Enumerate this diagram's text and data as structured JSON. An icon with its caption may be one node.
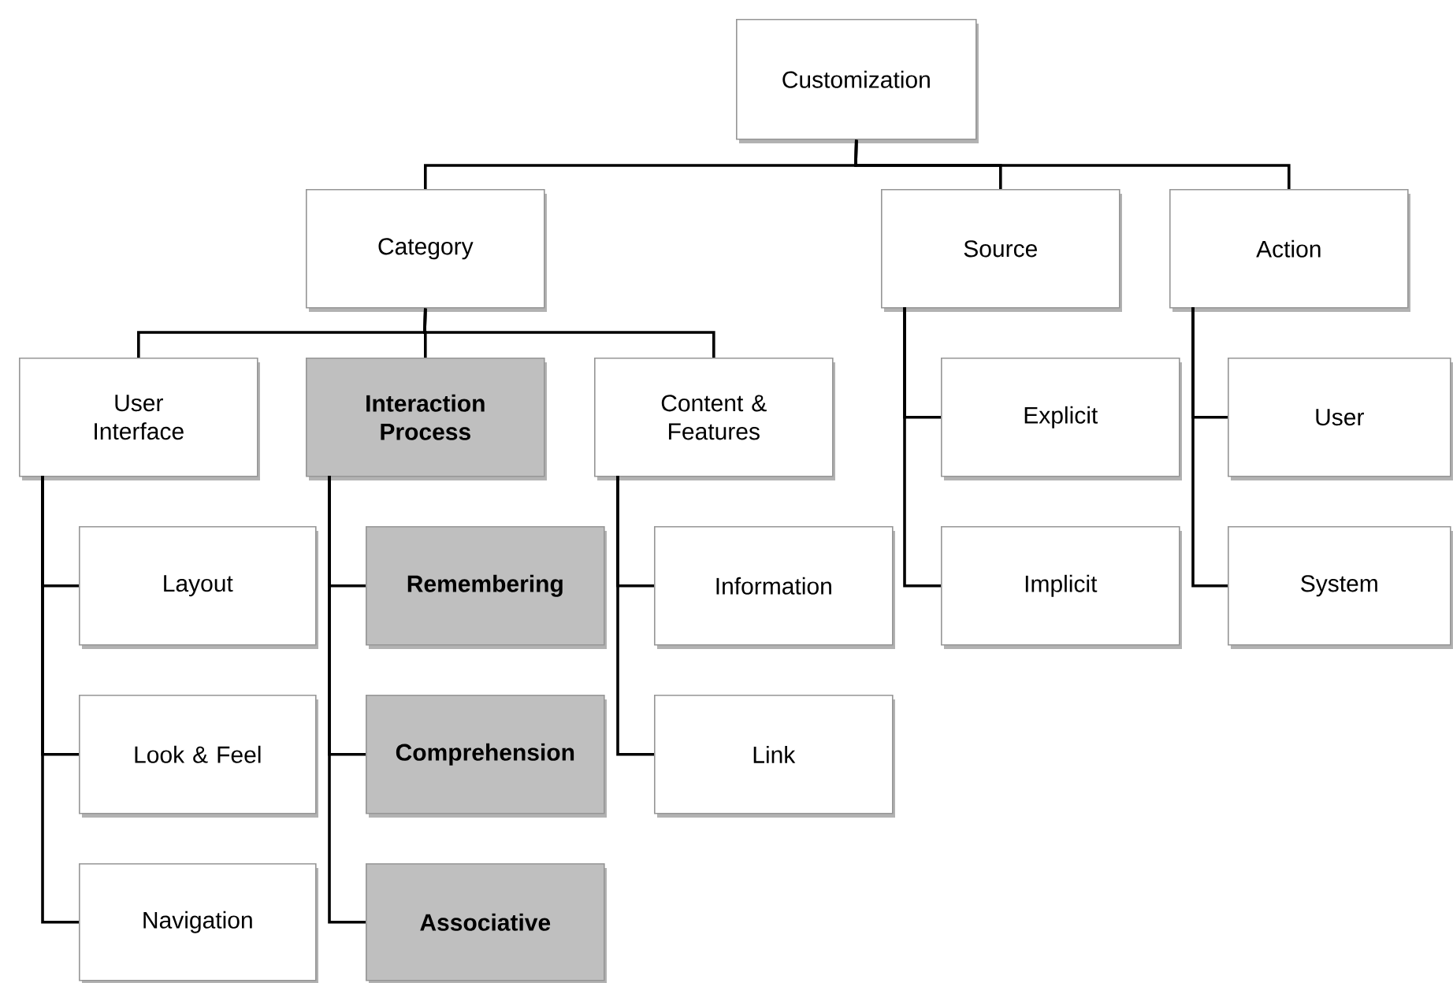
{
  "diagram": {
    "nodes": [
      {
        "text": [
          "Customization"
        ]
      },
      {
        "text": [
          "Category"
        ]
      },
      {
        "text": [
          "Source"
        ]
      },
      {
        "text": [
          "Action"
        ]
      },
      {
        "text": [
          "User Interface"
        ]
      },
      {
        "text": [
          "Interaction Process"
        ]
      },
      {
        "text": [
          "Content & Features"
        ]
      },
      {
        "text": [
          "Layout"
        ]
      },
      {
        "text": [
          "Look & Feel"
        ]
      },
      {
        "text": [
          "Navigation"
        ]
      },
      {
        "text": [
          "Remembering"
        ]
      },
      {
        "text": [
          "Comprehension"
        ]
      },
      {
        "text": [
          "Associative"
        ]
      },
      {
        "text": [
          "Information"
        ]
      },
      {
        "text": [
          "Link"
        ]
      },
      {
        "text": [
          "Explicit"
        ]
      },
      {
        "text": [
          "Implicit"
        ]
      },
      {
        "text": [
          "User"
        ]
      },
      {
        "text": [
          "System"
        ]
      }
    ],
    "edges": [
      {
        "from": 0,
        "to": 1,
        "arrow": "none"
      },
      {
        "from": 0,
        "to": 2,
        "arrow": "none"
      },
      {
        "from": 0,
        "to": 3,
        "arrow": "none"
      },
      {
        "from": 1,
        "to": 4,
        "arrow": "none"
      },
      {
        "from": 1,
        "to": 5,
        "arrow": "none"
      },
      {
        "from": 1,
        "to": 6,
        "arrow": "none"
      },
      {
        "from": 4,
        "to": 7,
        "arrow": "none"
      },
      {
        "from": 4,
        "to": 8,
        "arrow": "none"
      },
      {
        "from": 4,
        "to": 9,
        "arrow": "none"
      },
      {
        "from": 5,
        "to": 10,
        "arrow": "none"
      },
      {
        "from": 5,
        "to": 11,
        "arrow": "none"
      },
      {
        "from": 5,
        "to": 12,
        "arrow": "none"
      },
      {
        "from": 6,
        "to": 13,
        "arrow": "none"
      },
      {
        "from": 6,
        "to": 14,
        "arrow": "none"
      },
      {
        "from": 2,
        "to": 15,
        "arrow": "none"
      },
      {
        "from": 2,
        "to": 16,
        "arrow": "none"
      },
      {
        "from": 3,
        "to": 17,
        "arrow": "none"
      },
      {
        "from": 3,
        "to": 18,
        "arrow": "none"
      }
    ]
  }
}
